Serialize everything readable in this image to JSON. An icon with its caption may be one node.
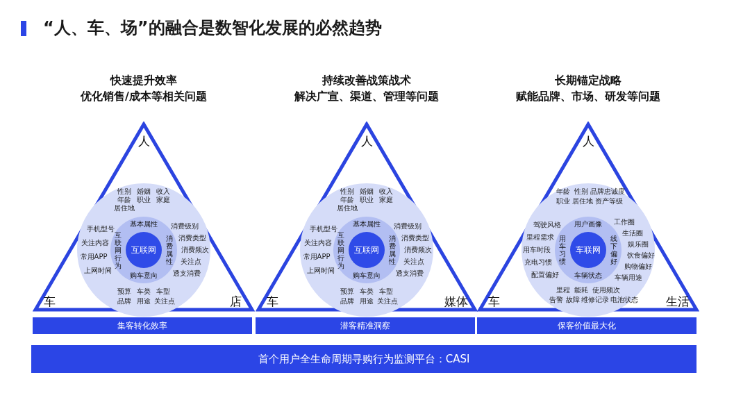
{
  "diagram": {
    "title": "“人、车、场”的融合是数智化发展的必然趋势",
    "nodes": [
      {
        "text": [
          "人",
          "车",
          "店"
        ]
      },
      {
        "text": [
          "性别",
          "婚姻",
          "收入",
          "年龄",
          "职业",
          "家庭",
          "居住地",
          "消费级别",
          "消费类型",
          "消费频次",
          "关注点",
          "透支消费",
          "预算",
          "车类",
          "车型",
          "品牌",
          "用途",
          "关注点",
          "手机型号",
          "关注内容",
          "常用APP",
          "上网时间"
        ],
        "in": 0
      },
      {
        "text": [
          "基本属性",
          "互联网行为",
          "消费属性",
          "购车意向"
        ],
        "in": 1
      },
      {
        "text": [
          "互联网"
        ],
        "in": 2
      },
      {
        "text": [
          "集客转化效率"
        ]
      },
      {
        "text": [
          "人",
          "车",
          "媒体"
        ]
      },
      {
        "text": [
          "性别",
          "婚姻",
          "收入",
          "年龄",
          "职业",
          "家庭",
          "居住地",
          "消费级别",
          "消费类型",
          "消费频次",
          "关注点",
          "透支消费",
          "预算",
          "车类",
          "车型",
          "品牌",
          "用途",
          "关注点",
          "手机型号",
          "关注内容",
          "常用APP",
          "上网时间"
        ],
        "in": 5
      },
      {
        "text": [
          "基本属性",
          "互联网行为",
          "消费属性",
          "购车意向"
        ],
        "in": 6
      },
      {
        "text": [
          "互联网"
        ],
        "in": 7
      },
      {
        "text": [
          "潜客精准洞察"
        ]
      },
      {
        "text": [
          "人",
          "车",
          "生活"
        ]
      },
      {
        "text": [
          "年龄",
          "性别",
          "品牌忠诚度",
          "职业",
          "居住地",
          "资产等级",
          "工作圈",
          "生活圈",
          "娱乐圈",
          "饮食偏好",
          "购物偏好",
          "车辆用途",
          "里程",
          "能耗",
          "使用频次",
          "告警",
          "故障",
          "维修记录",
          "电池状态",
          "驾驶风格",
          "里程需求",
          "用车时段",
          "充电习惯",
          "配置偏好"
        ],
        "in": 10
      },
      {
        "text": [
          "用户画像",
          "用车习惯",
          "线下偏好",
          "车辆状态"
        ],
        "in": 11
      },
      {
        "text": [
          "车联网"
        ],
        "in": 12
      },
      {
        "text": [
          "保客价值最大化"
        ]
      },
      {
        "text": [
          "首个用户全生命周期寻购行为监测平台：CASI"
        ]
      }
    ],
    "edges": [],
    "labels": [
      "快速提升效率",
      "优化销售/成本等相关问题",
      "持续改善战策战术",
      "解决广宣、渠道、管理等问题",
      "长期锚定战略",
      "赋能品牌、市场、研发等问题"
    ]
  }
}
